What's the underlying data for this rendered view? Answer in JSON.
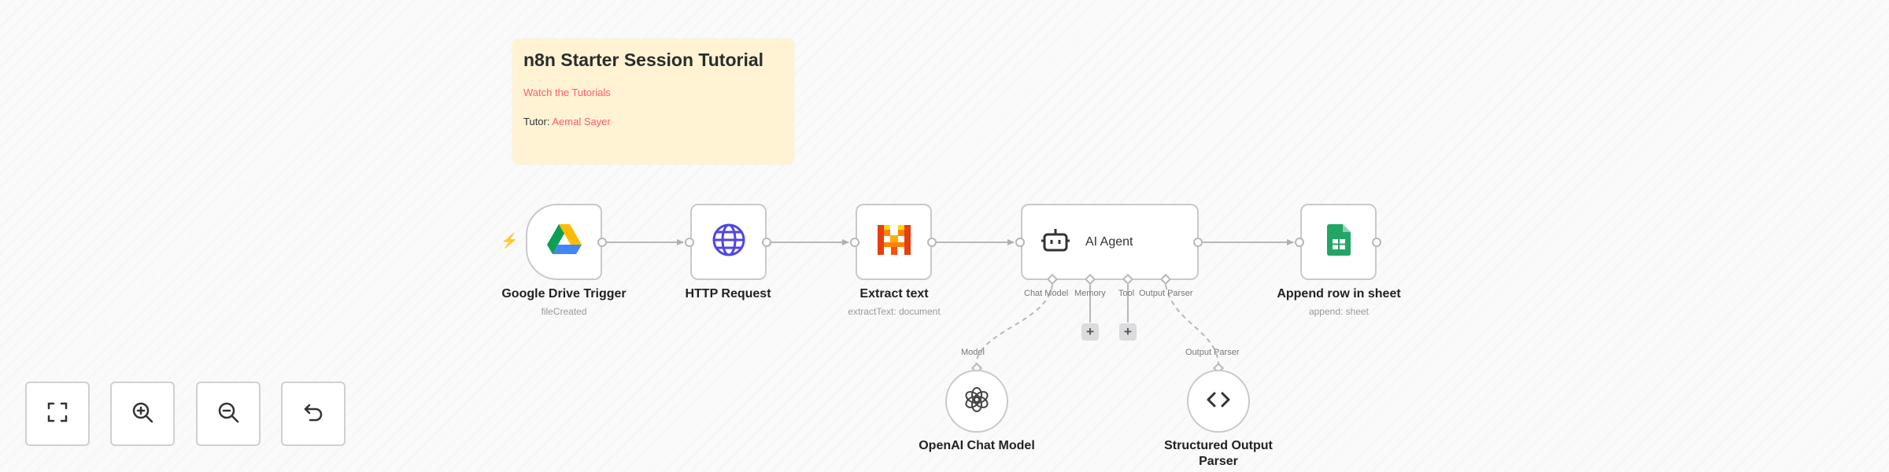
{
  "sticky": {
    "title": "n8n Starter Session Tutorial",
    "link_text": "Watch the Tutorials",
    "tutor_prefix": "Tutor: ",
    "tutor_name": "Aemal Sayer"
  },
  "nodes": {
    "drive_trigger": {
      "title": "Google Drive Trigger",
      "subtitle": "fileCreated",
      "icon": "google-drive-icon"
    },
    "http_request": {
      "title": "HTTP Request",
      "icon": "globe-icon"
    },
    "extract_text": {
      "title": "Extract text",
      "subtitle": "extractText: document",
      "icon": "mistral-icon"
    },
    "ai_agent": {
      "title": "AI Agent",
      "icon": "robot-icon",
      "ports": {
        "chat_model": "Chat Model",
        "memory": "Memory",
        "tool": "Tool",
        "output_parser": "Output Parser"
      }
    },
    "append_row": {
      "title": "Append row in sheet",
      "subtitle": "append: sheet",
      "icon": "google-sheets-icon"
    },
    "openai_model": {
      "title": "OpenAI Chat Model",
      "port_label": "Model",
      "icon": "openai-icon"
    },
    "output_parser": {
      "title_line1": "Structured Output",
      "title_line2": "Parser",
      "port_label": "Output Parser",
      "icon": "code-brackets-icon"
    }
  },
  "controls": {
    "fit_view": "fit-view-icon",
    "zoom_in": "zoom-in-icon",
    "zoom_out": "zoom-out-icon",
    "reset": "undo-icon"
  },
  "colors": {
    "accent": "#ff6d5a",
    "link": "#ff5b73",
    "sticky_bg": "#fff3d4",
    "node_border": "#c9c9cc",
    "sheets_green": "#23a566",
    "globe_blue": "#4f46e5"
  }
}
